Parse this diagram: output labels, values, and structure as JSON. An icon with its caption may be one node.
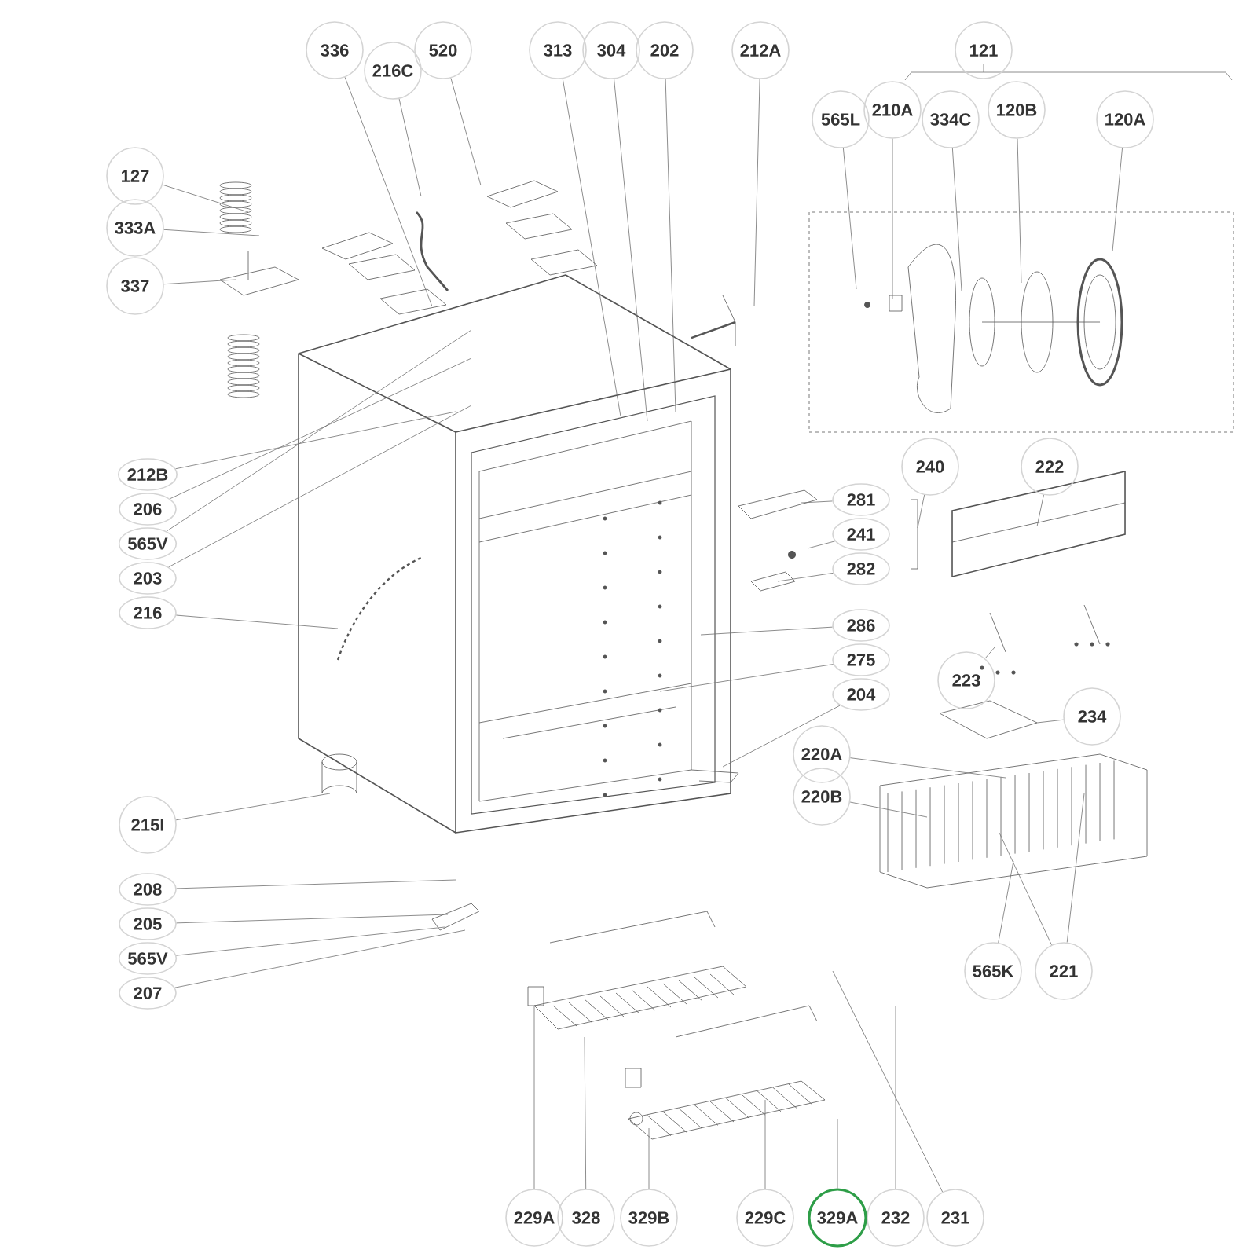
{
  "diagram": {
    "nodes": [
      {
        "text": [
          "336"
        ]
      },
      {
        "text": [
          "216C"
        ]
      },
      {
        "text": [
          "520"
        ]
      },
      {
        "text": [
          "313"
        ]
      },
      {
        "text": [
          "304"
        ]
      },
      {
        "text": [
          "202"
        ]
      },
      {
        "text": [
          "212A"
        ]
      },
      {
        "text": [
          "121"
        ]
      },
      {
        "text": [
          "565L"
        ]
      },
      {
        "text": [
          "210A"
        ]
      },
      {
        "text": [
          "334C"
        ]
      },
      {
        "text": [
          "120B"
        ]
      },
      {
        "text": [
          "120A"
        ]
      },
      {
        "text": [
          "127"
        ]
      },
      {
        "text": [
          "333A"
        ]
      },
      {
        "text": [
          "337"
        ]
      },
      {
        "text": [
          "212B"
        ]
      },
      {
        "text": [
          "206"
        ]
      },
      {
        "text": [
          "565V"
        ]
      },
      {
        "text": [
          "203"
        ]
      },
      {
        "text": [
          "216"
        ]
      },
      {
        "text": [
          "240"
        ]
      },
      {
        "text": [
          "222"
        ]
      },
      {
        "text": [
          "281"
        ]
      },
      {
        "text": [
          "241"
        ]
      },
      {
        "text": [
          "282"
        ]
      },
      {
        "text": [
          "286"
        ]
      },
      {
        "text": [
          "275"
        ]
      },
      {
        "text": [
          "204"
        ]
      },
      {
        "text": [
          "223"
        ]
      },
      {
        "text": [
          "234"
        ]
      },
      {
        "text": [
          "220A"
        ]
      },
      {
        "text": [
          "220B"
        ]
      },
      {
        "text": [
          "215I"
        ]
      },
      {
        "text": [
          "208"
        ]
      },
      {
        "text": [
          "205"
        ]
      },
      {
        "text": [
          "565V"
        ]
      },
      {
        "text": [
          "207"
        ]
      },
      {
        "text": [
          "565K"
        ]
      },
      {
        "text": [
          "221"
        ]
      },
      {
        "text": [
          "229A"
        ]
      },
      {
        "text": [
          "328"
        ]
      },
      {
        "text": [
          "329B"
        ]
      },
      {
        "text": [
          "229C"
        ]
      },
      {
        "text": [
          "329A"
        ]
      },
      {
        "text": [
          "232"
        ]
      },
      {
        "text": [
          "231"
        ]
      }
    ],
    "edges": [
      {
        "from": 0,
        "to": null,
        "arrow": "none"
      },
      {
        "from": 1,
        "to": null,
        "arrow": "none"
      },
      {
        "from": 2,
        "to": null,
        "arrow": "none"
      },
      {
        "from": 3,
        "to": null,
        "arrow": "none"
      },
      {
        "from": 4,
        "to": null,
        "arrow": "none"
      },
      {
        "from": 5,
        "to": null,
        "arrow": "none"
      },
      {
        "from": 6,
        "to": null,
        "arrow": "none"
      },
      {
        "from": 8,
        "to": null,
        "arrow": "none"
      },
      {
        "from": 9,
        "to": null,
        "arrow": "none"
      },
      {
        "from": 10,
        "to": null,
        "arrow": "none"
      },
      {
        "from": 11,
        "to": null,
        "arrow": "none"
      },
      {
        "from": 12,
        "to": null,
        "arrow": "none"
      },
      {
        "from": 13,
        "to": null,
        "arrow": "none"
      },
      {
        "from": 14,
        "to": null,
        "arrow": "none"
      },
      {
        "from": 15,
        "to": null,
        "arrow": "none"
      },
      {
        "from": 16,
        "to": null,
        "arrow": "none"
      },
      {
        "from": 17,
        "to": null,
        "arrow": "none"
      },
      {
        "from": 18,
        "to": null,
        "arrow": "none"
      },
      {
        "from": 19,
        "to": null,
        "arrow": "none"
      },
      {
        "from": 20,
        "to": null,
        "arrow": "none"
      },
      {
        "from": 21,
        "to": null,
        "arrow": "none"
      },
      {
        "from": 22,
        "to": null,
        "arrow": "none"
      },
      {
        "from": 23,
        "to": null,
        "arrow": "none"
      },
      {
        "from": 24,
        "to": null,
        "arrow": "none"
      },
      {
        "from": 25,
        "to": null,
        "arrow": "none"
      },
      {
        "from": 26,
        "to": null,
        "arrow": "none"
      },
      {
        "from": 27,
        "to": null,
        "arrow": "none"
      },
      {
        "from": 28,
        "to": null,
        "arrow": "none"
      },
      {
        "from": 29,
        "to": null,
        "arrow": "none"
      },
      {
        "from": 30,
        "to": null,
        "arrow": "none"
      },
      {
        "from": 31,
        "to": null,
        "arrow": "none"
      },
      {
        "from": 32,
        "to": null,
        "arrow": "none"
      },
      {
        "from": 33,
        "to": null,
        "arrow": "none"
      },
      {
        "from": 34,
        "to": null,
        "arrow": "none"
      },
      {
        "from": 35,
        "to": null,
        "arrow": "none"
      },
      {
        "from": 36,
        "to": null,
        "arrow": "none"
      },
      {
        "from": 37,
        "to": null,
        "arrow": "none"
      },
      {
        "from": 38,
        "to": null,
        "arrow": "none"
      },
      {
        "from": 39,
        "to": null,
        "arrow": "none"
      },
      {
        "from": 39,
        "to": null,
        "arrow": "none"
      },
      {
        "from": 40,
        "to": null,
        "arrow": "none"
      },
      {
        "from": 41,
        "to": null,
        "arrow": "none"
      },
      {
        "from": 42,
        "to": null,
        "arrow": "none"
      },
      {
        "from": 43,
        "to": null,
        "arrow": "none"
      },
      {
        "from": 44,
        "to": null,
        "arrow": "none"
      },
      {
        "from": 45,
        "to": null,
        "arrow": "none"
      },
      {
        "from": 46,
        "to": null,
        "arrow": "none"
      }
    ]
  }
}
